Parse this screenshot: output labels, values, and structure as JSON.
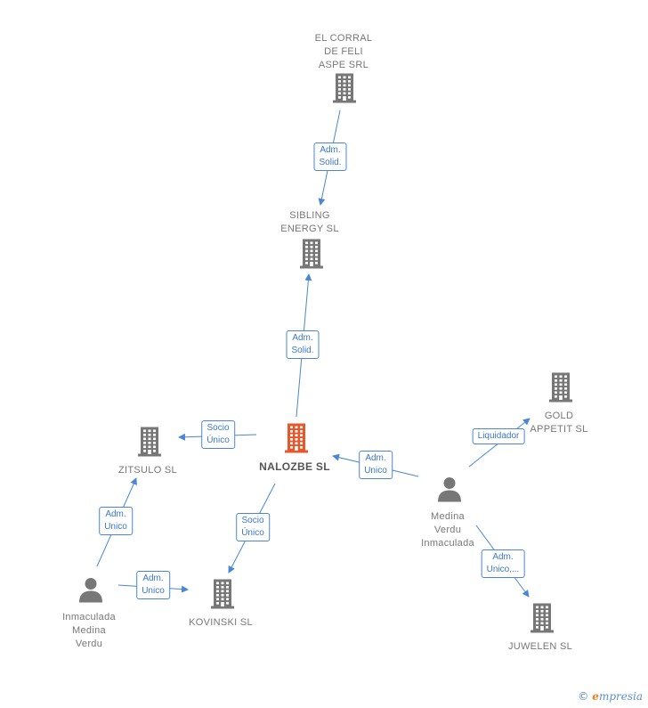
{
  "colors": {
    "company": "#777777",
    "main_company": "#e8562a",
    "person": "#777777",
    "edge": "#4a86d4"
  },
  "nodes": [
    {
      "id": "el-corral",
      "type": "company",
      "label": "EL CORRAL\nDE FELI\nASPE SRL"
    },
    {
      "id": "sibling",
      "type": "company",
      "label": "SIBLING\nENERGY  SL"
    },
    {
      "id": "nalozbe",
      "type": "main",
      "label": "NALOZBE  SL"
    },
    {
      "id": "zitsulo",
      "type": "company",
      "label": "ZITSULO  SL"
    },
    {
      "id": "kovinski",
      "type": "company",
      "label": "KOVINSKI  SL"
    },
    {
      "id": "gold",
      "type": "company",
      "label": "GOLD\nAPPETIT  SL"
    },
    {
      "id": "juwelen",
      "type": "company",
      "label": "JUWELEN  SL"
    },
    {
      "id": "medina",
      "type": "person",
      "label": "Medina\nVerdu\nInmaculada"
    },
    {
      "id": "inmaculada",
      "type": "person",
      "label": "Inmaculada\nMedina\nVerdu"
    }
  ],
  "edges": [
    {
      "from": "el-corral",
      "to": "sibling",
      "label": "Adm.\nSolid."
    },
    {
      "from": "nalozbe",
      "to": "sibling",
      "label": "Adm.\nSolid."
    },
    {
      "from": "nalozbe",
      "to": "zitsulo",
      "label": "Socio\nÚnico"
    },
    {
      "from": "nalozbe",
      "to": "kovinski",
      "label": "Socio\nÚnico"
    },
    {
      "from": "medina",
      "to": "nalozbe",
      "label": "Adm.\nUnico"
    },
    {
      "from": "medina",
      "to": "gold",
      "label": "Liquidador"
    },
    {
      "from": "medina",
      "to": "juwelen",
      "label": "Adm.\nUnico,..."
    },
    {
      "from": "inmaculada",
      "to": "zitsulo",
      "label": "Adm.\nUnico"
    },
    {
      "from": "inmaculada",
      "to": "kovinski",
      "label": "Adm.\nUnico"
    }
  ],
  "watermark": {
    "copyright": "©",
    "brand_initial": "e",
    "brand_rest": "mpresia"
  }
}
